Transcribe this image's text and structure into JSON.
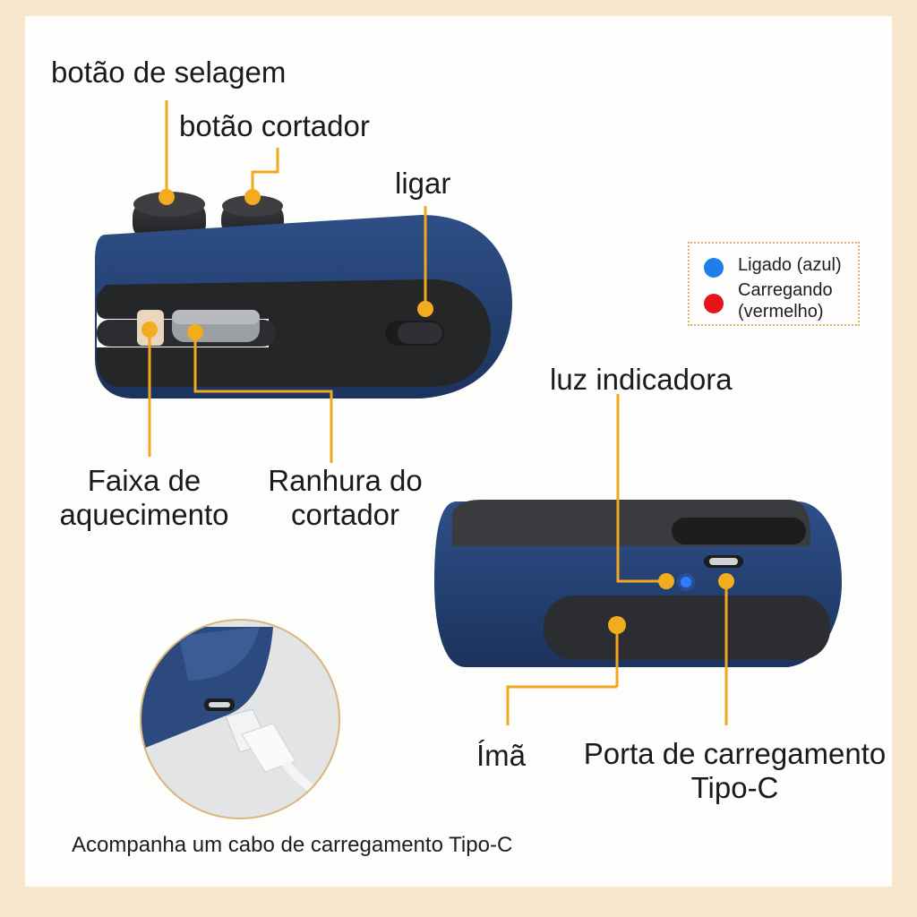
{
  "labels": {
    "sealing_button": "botão de selagem",
    "cutter_button": "botão cortador",
    "power": "ligar",
    "heating_strip": [
      "Faixa de",
      "aquecimento"
    ],
    "cutter_slot": [
      "Ranhura do",
      "cortador"
    ],
    "indicator_light": "luz indicadora",
    "magnet": "Ímã",
    "charging_port": [
      "Porta de carregamento",
      "Tipo-C"
    ]
  },
  "legend": {
    "items": [
      {
        "label": "Ligado (azul)",
        "color": "#1f7fe8"
      },
      {
        "label_lines": [
          "Carregando",
          "(vermelho)"
        ],
        "color": "#e8141b"
      }
    ]
  },
  "caption": "Acompanha um cabo de carregamento Tipo-C",
  "colors": {
    "background": "#f9e6cf",
    "panel": "#fdfdfc",
    "device_blue": "#1f3b6b",
    "device_black": "#2a2b2d",
    "callout": "#f2a81d",
    "led": "#2f7dff"
  }
}
